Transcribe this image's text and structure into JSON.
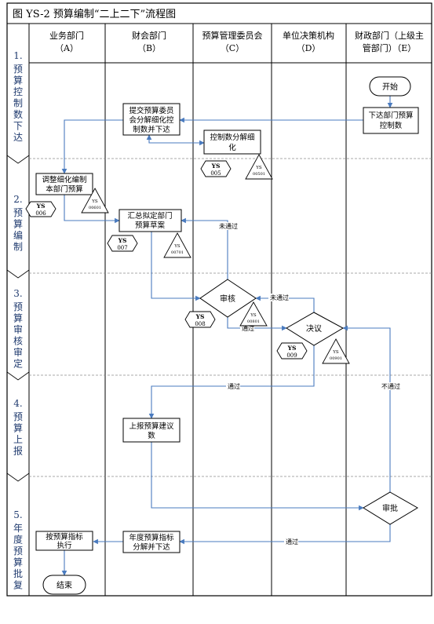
{
  "title": "图 YS-2 预算编制“二上二下”流程图",
  "columns": [
    {
      "name": "业务部门",
      "code": "（A）"
    },
    {
      "name": "财会部门",
      "code": "（B）"
    },
    {
      "name": "预算管理委员会",
      "code": "（C）"
    },
    {
      "name": "单位决策机构",
      "code": "（D）"
    },
    {
      "name": "财政部门（上级主",
      "code": "管部门）（E）"
    }
  ],
  "phases": [
    {
      "num": "1.",
      "text": "预算控制数下达"
    },
    {
      "num": "2.",
      "text": "预算编制"
    },
    {
      "num": "3.",
      "text": "预算审核审定"
    },
    {
      "num": "4.",
      "text": "预算上报"
    },
    {
      "num": "5.",
      "text": "年度预算批复"
    }
  ],
  "nodes": {
    "start": "开始",
    "issue_control": [
      "下达部门预算",
      "控制数"
    ],
    "submit_committee": [
      "提交预算委员",
      "会分解细化控",
      "制数并下达"
    ],
    "control_refine": [
      "控制数分解细",
      "化"
    ],
    "adjust_refine": [
      "调整细化编制",
      "本部门预算"
    ],
    "summary_draft": [
      "汇总拟定部门",
      "预算草案"
    ],
    "review": "审核",
    "resolution": "决议",
    "report_proposal": [
      "上报预算建议",
      "数"
    ],
    "approve": "审批",
    "annual_split": [
      "年度预算指标",
      "分解并下达"
    ],
    "execute": [
      "按预算指标",
      "执行"
    ],
    "end": "结束"
  },
  "risk_tags": {
    "ys005": [
      "YS",
      "005"
    ],
    "ys006": [
      "YS",
      "006"
    ],
    "ys007": [
      "YS",
      "007"
    ],
    "ys008": [
      "YS",
      "008"
    ],
    "ys009": [
      "YS",
      "009"
    ]
  },
  "control_tags": {
    "t1": [
      "YS",
      "00501"
    ],
    "t2": [
      "YS",
      "00601"
    ],
    "t3": [
      "YS",
      "00701"
    ],
    "t4": [
      "YS",
      "00801"
    ],
    "t5": [
      "YS",
      "00901"
    ]
  },
  "edge_labels": {
    "not_passed": "未通过",
    "passed": "通过",
    "not_passed_2": "不通过"
  },
  "colors": {
    "line": "#000000",
    "arrow": "#4a7bbf",
    "dashed": "#8c8c8c",
    "band": "#ffffff"
  }
}
